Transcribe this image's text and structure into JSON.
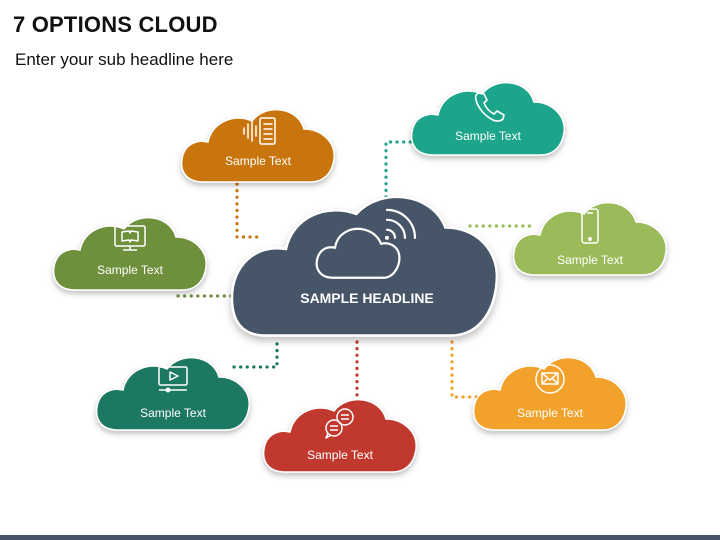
{
  "title": "7 OPTIONS CLOUD",
  "subtitle": "Enter your sub headline here",
  "center": {
    "label": "SAMPLE HEADLINE",
    "icon": "cloud-wifi-icon",
    "color": "#475569"
  },
  "options": [
    {
      "label": "Sample Text",
      "icon": "audio-document-icon",
      "color": "#C8750E"
    },
    {
      "label": "Sample Text",
      "icon": "phone-icon",
      "color": "#1FA58A"
    },
    {
      "label": "Sample Text",
      "icon": "monitor-book-icon",
      "color": "#6E8F3A"
    },
    {
      "label": "Sample Text",
      "icon": "smartphone-icon",
      "color": "#9BBB5A"
    },
    {
      "label": "Sample Text",
      "icon": "video-player-icon",
      "color": "#1C7862"
    },
    {
      "label": "Sample Text",
      "icon": "chat-bubbles-icon",
      "color": "#C0392F"
    },
    {
      "label": "Sample Text",
      "icon": "envelope-icon",
      "color": "#F2A229"
    }
  ]
}
